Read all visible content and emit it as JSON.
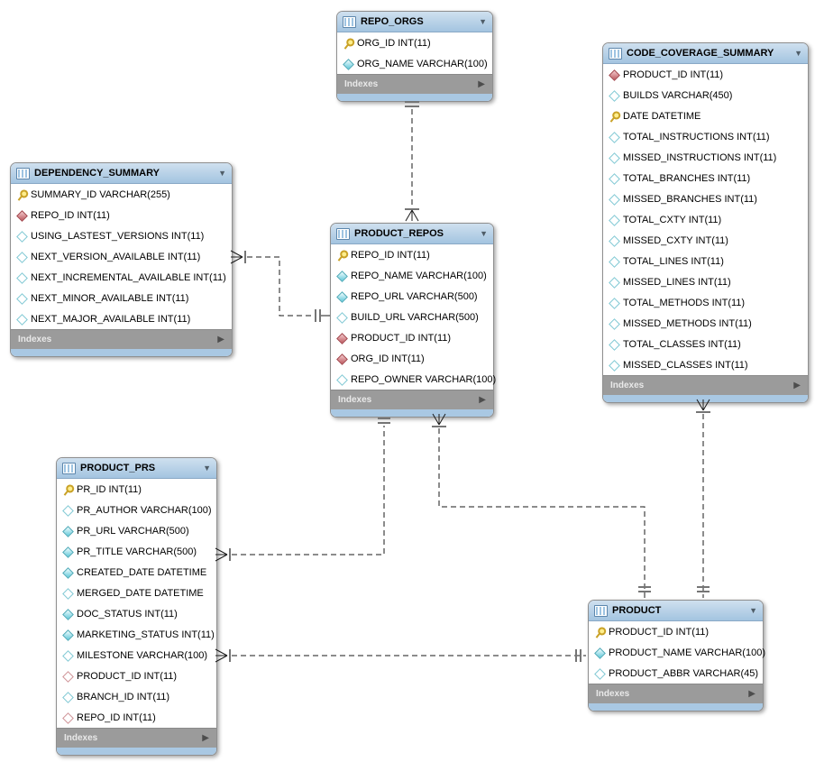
{
  "diagram": {
    "labels": {
      "indexes": "Indexes"
    },
    "colors": {
      "table_header_blue": "#a9c8e3",
      "footer_gray": "#9b9b9b",
      "primary_key_yellow": "#e6c822",
      "foreign_key_red": "#bd5a60",
      "not_null_cyan": "#62c9da",
      "relationship_line": "#1a1a1a"
    },
    "tables": [
      {
        "id": "repo_orgs",
        "name": "REPO_ORGS",
        "fields": [
          {
            "icon": "pk",
            "text": "ORG_ID INT(11)"
          },
          {
            "icon": "nn",
            "text": "ORG_NAME VARCHAR(100)"
          }
        ]
      },
      {
        "id": "dependency_summary",
        "name": "DEPENDENCY_SUMMARY",
        "fields": [
          {
            "icon": "pk",
            "text": "SUMMARY_ID VARCHAR(255)"
          },
          {
            "icon": "fk",
            "text": "REPO_ID INT(11)"
          },
          {
            "icon": "nul",
            "text": "USING_LASTEST_VERSIONS INT(11)"
          },
          {
            "icon": "nul",
            "text": "NEXT_VERSION_AVAILABLE INT(11)"
          },
          {
            "icon": "nul",
            "text": "NEXT_INCREMENTAL_AVAILABLE INT(11)"
          },
          {
            "icon": "nul",
            "text": "NEXT_MINOR_AVAILABLE INT(11)"
          },
          {
            "icon": "nul",
            "text": "NEXT_MAJOR_AVAILABLE INT(11)"
          }
        ]
      },
      {
        "id": "product_repos",
        "name": "PRODUCT_REPOS",
        "fields": [
          {
            "icon": "pk",
            "text": "REPO_ID INT(11)"
          },
          {
            "icon": "nn",
            "text": "REPO_NAME VARCHAR(100)"
          },
          {
            "icon": "nn",
            "text": "REPO_URL VARCHAR(500)"
          },
          {
            "icon": "nul",
            "text": "BUILD_URL VARCHAR(500)"
          },
          {
            "icon": "fk",
            "text": "PRODUCT_ID INT(11)"
          },
          {
            "icon": "fk",
            "text": "ORG_ID INT(11)"
          },
          {
            "icon": "nul",
            "text": "REPO_OWNER VARCHAR(100)"
          }
        ]
      },
      {
        "id": "code_coverage_summary",
        "name": "CODE_COVERAGE_SUMMARY",
        "fields": [
          {
            "icon": "fk",
            "text": "PRODUCT_ID INT(11)"
          },
          {
            "icon": "nul",
            "text": "BUILDS VARCHAR(450)"
          },
          {
            "icon": "pk",
            "text": "DATE DATETIME"
          },
          {
            "icon": "nul",
            "text": "TOTAL_INSTRUCTIONS INT(11)"
          },
          {
            "icon": "nul",
            "text": "MISSED_INSTRUCTIONS INT(11)"
          },
          {
            "icon": "nul",
            "text": "TOTAL_BRANCHES INT(11)"
          },
          {
            "icon": "nul",
            "text": "MISSED_BRANCHES INT(11)"
          },
          {
            "icon": "nul",
            "text": "TOTAL_CXTY INT(11)"
          },
          {
            "icon": "nul",
            "text": "MISSED_CXTY INT(11)"
          },
          {
            "icon": "nul",
            "text": "TOTAL_LINES INT(11)"
          },
          {
            "icon": "nul",
            "text": "MISSED_LINES INT(11)"
          },
          {
            "icon": "nul",
            "text": "TOTAL_METHODS INT(11)"
          },
          {
            "icon": "nul",
            "text": "MISSED_METHODS INT(11)"
          },
          {
            "icon": "nul",
            "text": "TOTAL_CLASSES INT(11)"
          },
          {
            "icon": "nul",
            "text": "MISSED_CLASSES INT(11)"
          }
        ]
      },
      {
        "id": "product_prs",
        "name": "PRODUCT_PRS",
        "fields": [
          {
            "icon": "pk",
            "text": "PR_ID INT(11)"
          },
          {
            "icon": "nul",
            "text": "PR_AUTHOR VARCHAR(100)"
          },
          {
            "icon": "nn",
            "text": "PR_URL VARCHAR(500)"
          },
          {
            "icon": "nn",
            "text": "PR_TITLE VARCHAR(500)"
          },
          {
            "icon": "nn",
            "text": "CREATED_DATE DATETIME"
          },
          {
            "icon": "nul",
            "text": "MERGED_DATE DATETIME"
          },
          {
            "icon": "nn",
            "text": "DOC_STATUS INT(11)"
          },
          {
            "icon": "nn",
            "text": "MARKETING_STATUS INT(11)"
          },
          {
            "icon": "nul",
            "text": "MILESTONE VARCHAR(100)"
          },
          {
            "icon": "fkn",
            "text": "PRODUCT_ID INT(11)"
          },
          {
            "icon": "nul",
            "text": "BRANCH_ID INT(11)"
          },
          {
            "icon": "fkn",
            "text": "REPO_ID INT(11)"
          }
        ]
      },
      {
        "id": "product",
        "name": "PRODUCT",
        "fields": [
          {
            "icon": "pk",
            "text": "PRODUCT_ID INT(11)"
          },
          {
            "icon": "nn",
            "text": "PRODUCT_NAME VARCHAR(100)"
          },
          {
            "icon": "nul",
            "text": "PRODUCT_ABBR VARCHAR(45)"
          }
        ]
      }
    ],
    "relationships": [
      {
        "many_side": "PRODUCT_REPOS",
        "one_side": "REPO_ORGS",
        "style": "dashed"
      },
      {
        "many_side": "DEPENDENCY_SUMMARY",
        "one_side": "PRODUCT_REPOS",
        "style": "dashed"
      },
      {
        "many_side": "PRODUCT_PRS",
        "one_side": "PRODUCT_REPOS",
        "style": "dashed"
      },
      {
        "many_side": "PRODUCT_REPOS",
        "one_side": "PRODUCT",
        "style": "dashed"
      },
      {
        "many_side": "CODE_COVERAGE_SUMMARY",
        "one_side": "PRODUCT",
        "style": "dashed"
      },
      {
        "many_side": "PRODUCT_PRS",
        "one_side": "PRODUCT",
        "style": "dashed"
      }
    ]
  }
}
